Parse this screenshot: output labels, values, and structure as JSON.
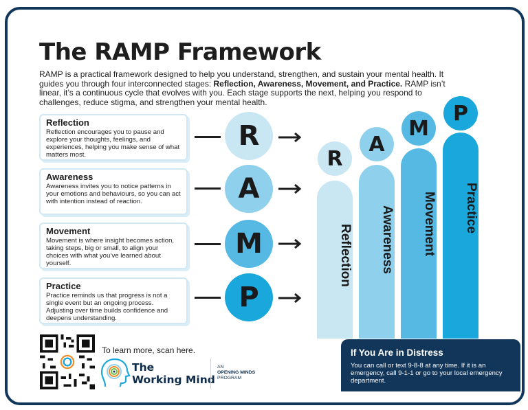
{
  "title": "The RAMP Framework",
  "intro": {
    "part1": "RAMP is a practical framework designed to help you understand, strengthen, and sustain your mental health. It guides you through four interconnected stages: ",
    "bold": "Reflection, Awareness, Movement, and Practice.",
    "part2": " RAMP isn’t linear, it’s a continuous cycle that evolves with you. Each stage supports the next, helping you respond to challenges, reduce stigma, and strengthen your mental health."
  },
  "stages": [
    {
      "title": "Reflection",
      "letter": "R",
      "text": "Reflection encourages you to pause and explore your thoughts, feelings, and experiences, helping you make sense of what matters most.",
      "color": "#c9e6f3"
    },
    {
      "title": "Awareness",
      "letter": "A",
      "text": "Awareness invites you to notice patterns in your emotions and behaviours, so you can act with intention instead of reaction.",
      "color": "#8fd0ec"
    },
    {
      "title": "Movement",
      "letter": "M",
      "text": "Movement is where insight becomes action, taking steps, big or small, to align your choices with what you’ve learned about yourself.",
      "color": "#55b9e3"
    },
    {
      "title": "Practice",
      "letter": "P",
      "text": "Practice reminds us that progress is not a single event but an ongoing process. Adjusting over time builds confidence and deepens understanding.",
      "color": "#1aa7dc"
    }
  ],
  "footer": {
    "learn_more": "To learn more, scan here.",
    "logo_line1": "The",
    "logo_line2": "Working Mind",
    "omp_line1": "AN",
    "omp_line2": "OPENING MINDS",
    "omp_line3": "PROGRAM"
  },
  "distress": {
    "title": "If You Are in Distress",
    "text": "You can call or text 9-8-8 at any time. If it is an emergency, call 9-1-1 or go to your local emergency department."
  }
}
